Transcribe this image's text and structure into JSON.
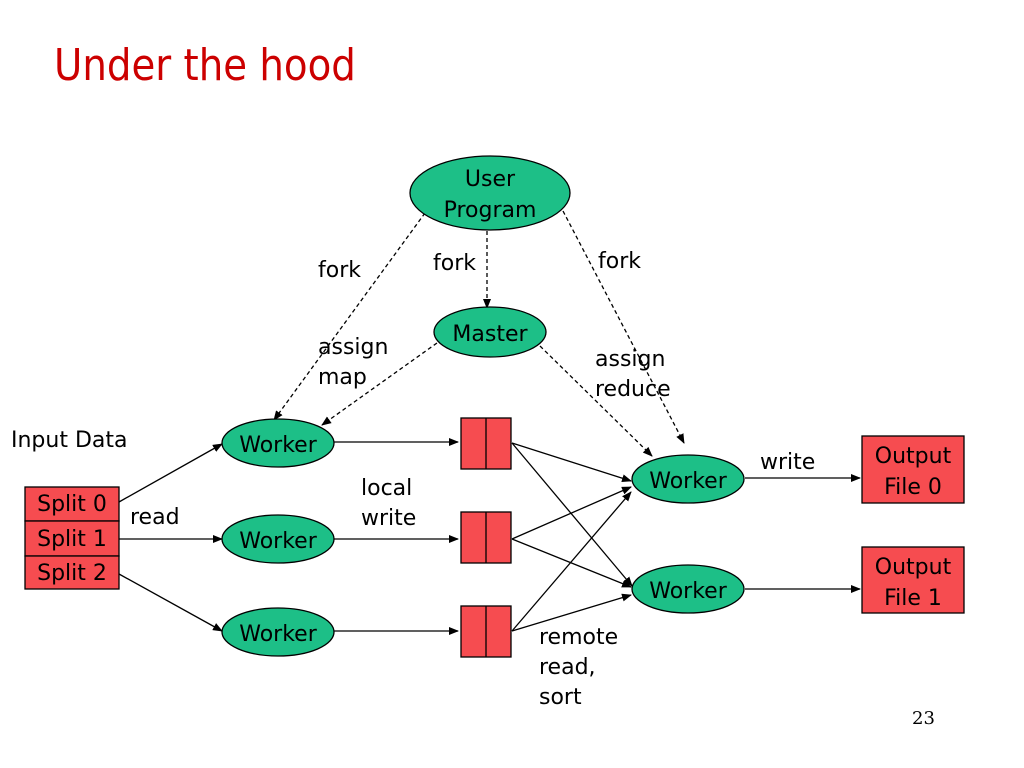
{
  "slide": {
    "title": "Under the hood",
    "page_number": "23"
  },
  "colors": {
    "title": "#cc0000",
    "node_fill": "#1dbf87",
    "box_fill": "#f64c50",
    "line": "#000000"
  },
  "nodes": {
    "user_program": [
      "User",
      "Program"
    ],
    "master": "Master",
    "map_worker": "Worker",
    "reduce_worker": "Worker",
    "input_splits": [
      "Split 0",
      "Split 1",
      "Split 2"
    ],
    "output_file_0": [
      "Output",
      "File 0"
    ],
    "output_file_1": [
      "Output",
      "File 1"
    ]
  },
  "labels": {
    "fork": "fork",
    "assign_map": [
      "assign",
      "map"
    ],
    "assign_reduce": [
      "assign",
      "reduce"
    ],
    "input_data": "Input Data",
    "read": "read",
    "local_write": [
      "local",
      "write"
    ],
    "write": "write",
    "remote_read_sort": [
      "remote",
      "read,",
      "sort"
    ]
  }
}
